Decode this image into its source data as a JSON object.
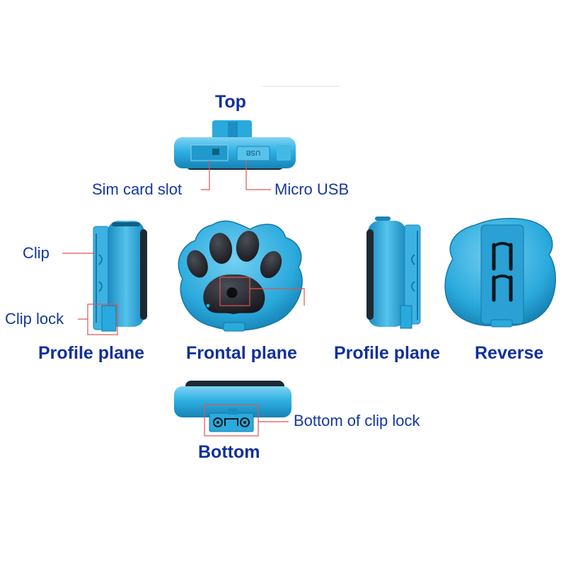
{
  "views": {
    "top": "Top",
    "profile_left": "Profile plane",
    "frontal": "Frontal plane",
    "profile_right": "Profile plane",
    "reverse": "Reverse",
    "bottom": "Bottom"
  },
  "callouts": {
    "sim_card_slot": "Sim card slot",
    "micro_usb": "Micro USB",
    "clip": "Clip",
    "clip_lock": "Clip lock",
    "bottom_of_clip_lock": "Bottom of clip lock"
  },
  "device_markings": {
    "usb_port_label": "USB"
  },
  "colors": {
    "device_blue": "#2aa9dc",
    "device_light": "#6cc8ee",
    "device_dark": "#1178a8",
    "paw_pad": "#1b1d22",
    "callout_line": "#e05454",
    "title_text": "#12309a",
    "callout_text": "#14389e"
  }
}
